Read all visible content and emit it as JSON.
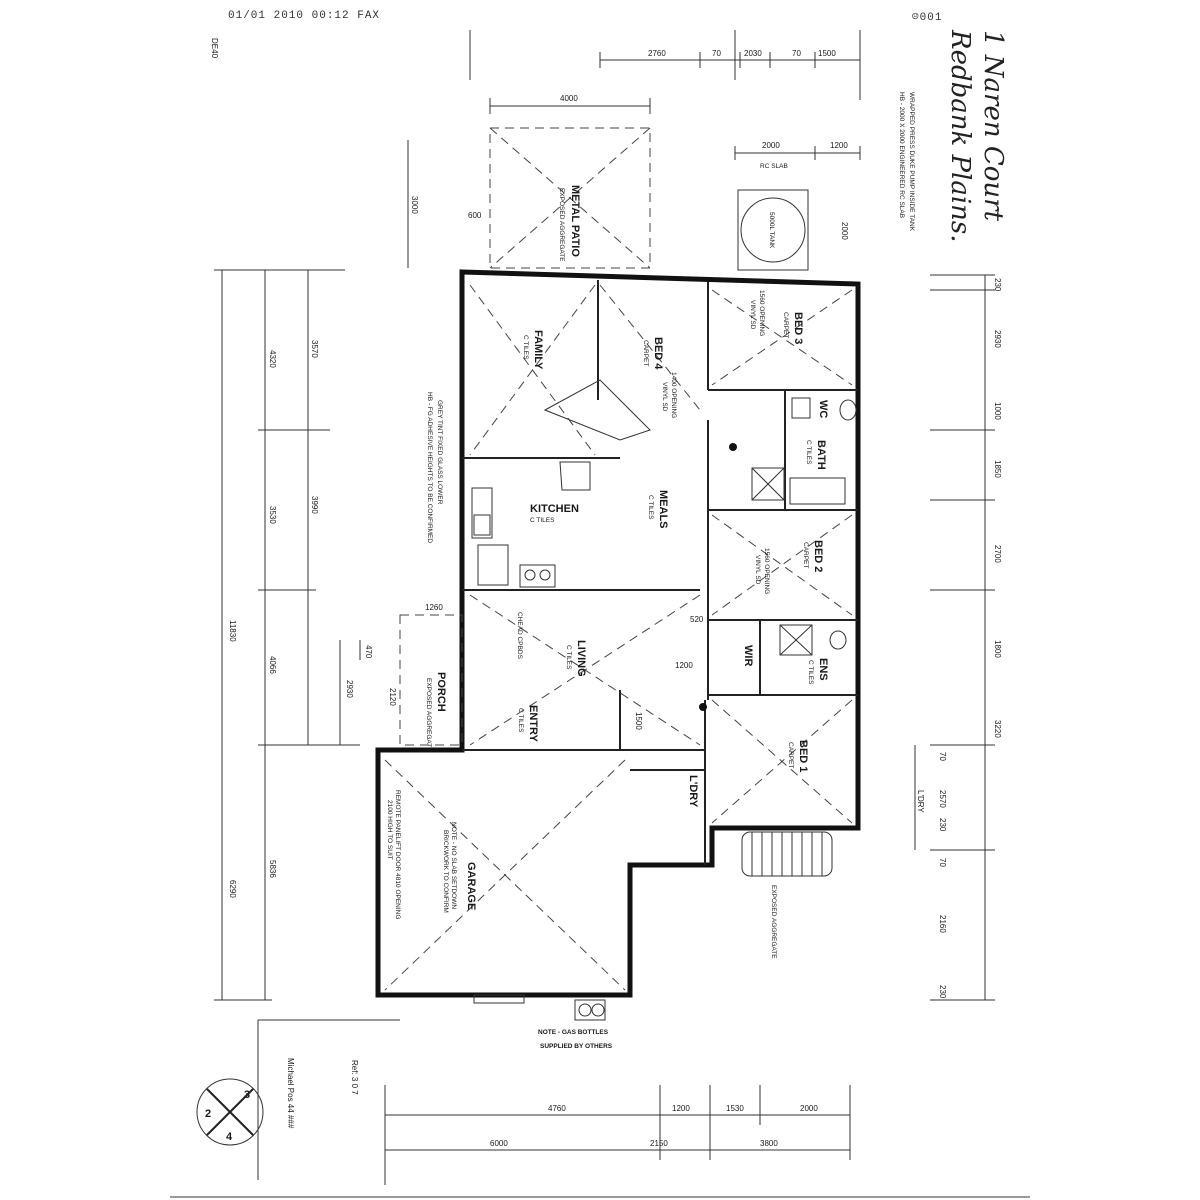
{
  "header": {
    "fax_stamp": "01/01 2010 00:12 FAX",
    "fax_page": "☹001",
    "corner_code": "DE40"
  },
  "handwritten": {
    "line1": "1 Naren Court",
    "line2": "Redbank Plains."
  },
  "notes": {
    "water_tank": "WRAPPED PRESS DUKE PUMP INSIDE TANK",
    "tank_slab": "HB - 2000 X 2000 ENGINEERED RC SLAB",
    "family_window": "GREY TINT FIXED GLASS LOWER",
    "family_window2": "HB - FG ADHESIVE HEIGHTS TO BE CONFIRMED",
    "gas": "NOTE - GAS BOTTLES",
    "gas2": "SUPPLIED BY OTHERS",
    "garage_note": "NOTE - NO SLAB SETDOWN",
    "garage_note2": "BRICKWORK TO CONFIRM",
    "garage_door": "REMOTE PANELIFT DOOR 4810 OPENING",
    "garage_door2": "2100 HIGH TO SUIT"
  },
  "rooms": {
    "patio": "METAL PATIO",
    "patio_sub": "EXPOSED AGGREGATE",
    "family": "FAMILY",
    "family_sub": "C TILES",
    "bed4": "BED 4",
    "bed4_sub": "CARPET",
    "bed4_opening": "1400 OPENING",
    "bed4_opening2": "VINYL SD",
    "bed3": "BED 3",
    "bed3_sub": "CARPET",
    "bed3_opening": "1560 OPENING",
    "bed3_opening2": "VINYL SD",
    "wc": "WC",
    "bath": "BATH",
    "bath_sub": "C TILES",
    "kitchen": "KITCHEN",
    "kitchen_sub": "C TILES",
    "meals": "MEALS",
    "meals_sub": "C TILES",
    "bed2": "BED 2",
    "bed2_sub": "CARPET",
    "bed2_opening": "1560 OPENING",
    "bed2_opening2": "VINYL SD",
    "wir": "WIR",
    "ens": "ENS",
    "ens_sub": "C TILES",
    "living": "LIVING",
    "living_sub": "C TILES",
    "cpbds": "CHEAD CPBDS",
    "entry": "ENTRY",
    "entry_sub": "C TILES",
    "porch": "PORCH",
    "porch_sub": "EXPOSED AGGREGATE",
    "bed1": "BED 1",
    "bed1_sub": "CARPET",
    "ldry": "L'DRY",
    "garage": "GARAGE",
    "rc_slab": "RC SLAB",
    "water_tank": "5000L TANK",
    "exposed": "EXPOSED AGGREGATE"
  },
  "dimensions": {
    "top": [
      "2760",
      "70",
      "2030",
      "70",
      "1500"
    ],
    "patio_width": "4000",
    "slab": [
      "2000",
      "1200"
    ],
    "left_total": "11830",
    "left_inner": [
      "4320",
      "3530",
      "4066",
      "5836"
    ],
    "left_outer": [
      "3570",
      "3990",
      "6290"
    ],
    "right": [
      "230",
      "2930",
      "1000",
      "1850",
      "2700",
      "1800",
      "3220",
      "70",
      "2570",
      "230",
      "70",
      "2160",
      "230"
    ],
    "bottom1": [
      "4760",
      "1200",
      "1530",
      "2000"
    ],
    "bottom2": [
      "6000",
      "2150",
      "3800"
    ],
    "porch": [
      "1260",
      "2930",
      "2120",
      "470"
    ],
    "entry": [
      "1200",
      "1500",
      "520"
    ],
    "patio_height": "3000",
    "patio_offset": "600",
    "slab_height": "2000",
    "ldry_right": "L'DRY"
  },
  "stamps": {
    "compass": [
      "2",
      "3",
      "4"
    ],
    "stamp_text": "Michael Pos 44 ###",
    "ref": "Ref: 3 0 7"
  }
}
